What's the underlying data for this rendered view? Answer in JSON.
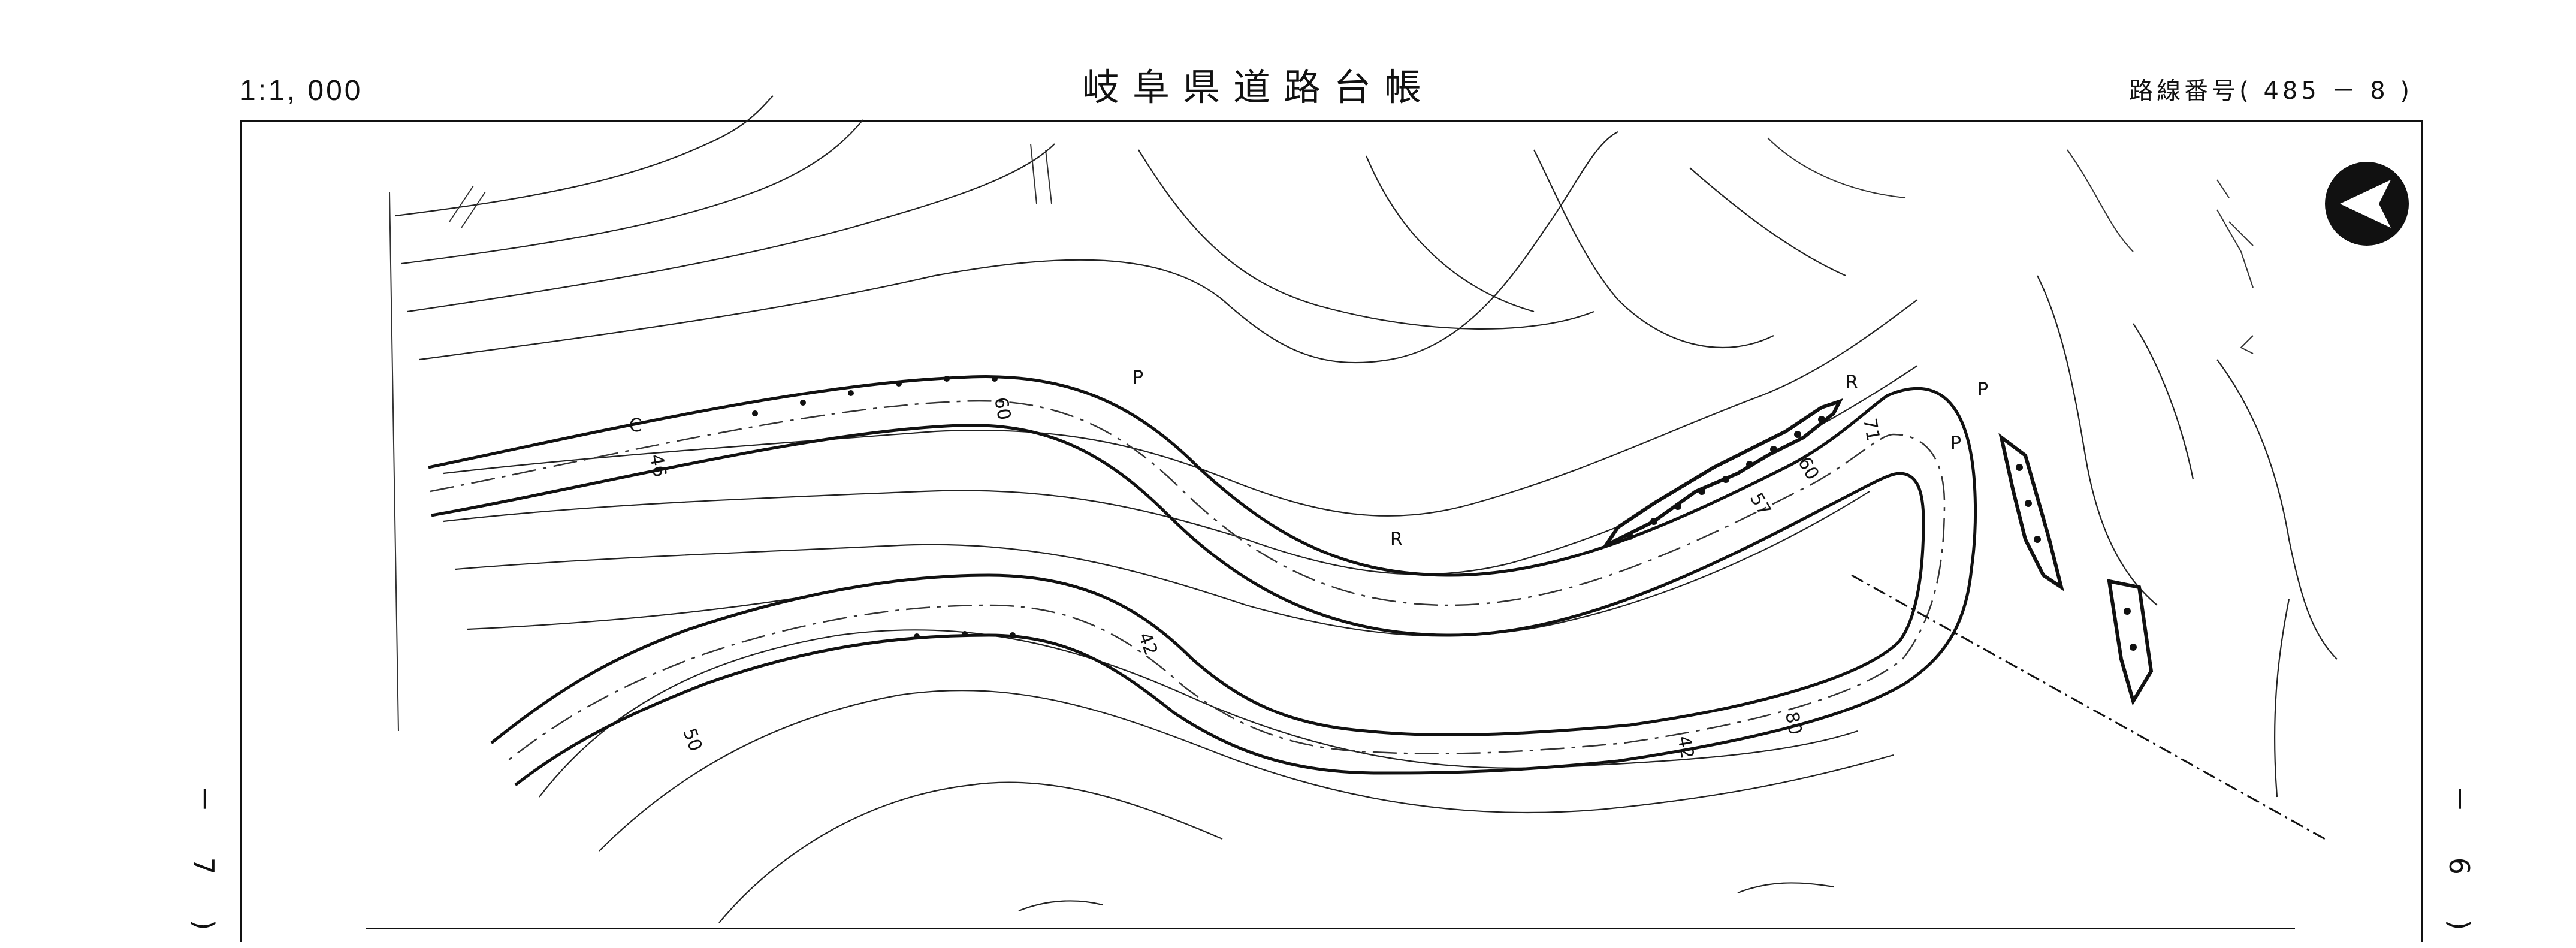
{
  "header": {
    "scale": "1:1, 000",
    "title": "岐阜県道路台帳",
    "route_number": "路線番号( 485 － 8 )"
  },
  "page_numbers": {
    "left": "－ 7 )",
    "right": "－ 6 )"
  },
  "map": {
    "point_labels": [
      "P",
      "P",
      "P",
      "R",
      "R",
      "C"
    ],
    "elevation_labels": [
      "60",
      "46",
      "60",
      "57",
      "71",
      "42",
      "50",
      "42",
      "80"
    ],
    "north_arrow_icon": "north-arrow-icon"
  }
}
